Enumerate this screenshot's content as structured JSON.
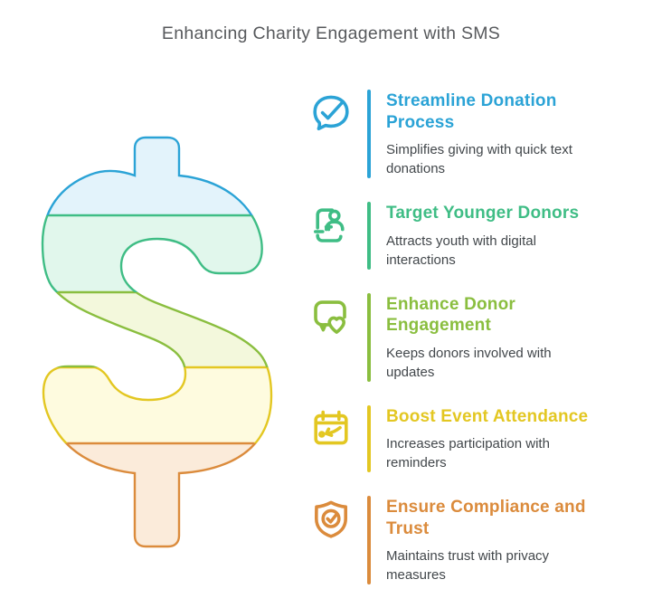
{
  "page": {
    "title": "Enhancing Charity Engagement with SMS",
    "background": "#FFFFFF",
    "title_color": "#57595C"
  },
  "dollar_sign": {
    "symbol": "$",
    "bands": [
      {
        "name": "blue",
        "stroke": "#2BA3D6",
        "fill": "#E3F3FB"
      },
      {
        "name": "green",
        "stroke": "#3FBD85",
        "fill": "#E1F7EC"
      },
      {
        "name": "lime",
        "stroke": "#8ABE3F",
        "fill": "#F3F8DC"
      },
      {
        "name": "yellow",
        "stroke": "#E3C722",
        "fill": "#FEFBDF"
      },
      {
        "name": "orange",
        "stroke": "#DB8B3C",
        "fill": "#FBEBDA"
      }
    ]
  },
  "items": [
    {
      "icon": "message-check-icon",
      "heading": "Streamline Donation Process",
      "description": "Simplifies giving with quick text donations",
      "color": "#2BA3D6"
    },
    {
      "icon": "tablet-donor-icon",
      "heading": "Target Younger Donors",
      "description": "Attracts youth with digital interactions",
      "color": "#3FBD85"
    },
    {
      "icon": "message-heart-icon",
      "heading": "Enhance Donor Engagement",
      "description": "Keeps donors involved with updates",
      "color": "#8ABE3F"
    },
    {
      "icon": "calendar-reminder-icon",
      "heading": "Boost Event Attendance",
      "description": "Increases participation with reminders",
      "color": "#E3C722"
    },
    {
      "icon": "shield-check-icon",
      "heading": "Ensure Compliance and Trust",
      "description": "Maintains trust with privacy measures",
      "color": "#DB8B3C"
    }
  ]
}
